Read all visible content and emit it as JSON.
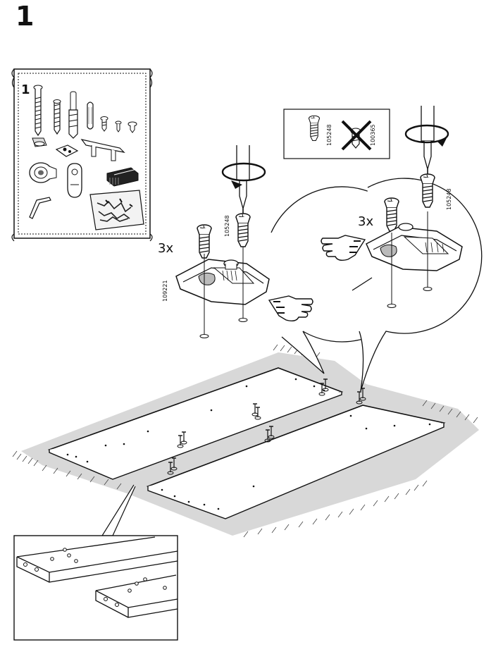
{
  "step": {
    "number": "1"
  },
  "hardware_bag": {
    "number": "1"
  },
  "screw_check": {
    "correct_code": "105248",
    "wrong_code": "100365"
  },
  "left_detail": {
    "quantity": "3x",
    "screw_code": "105248",
    "connector_code": "109221"
  },
  "right_detail": {
    "quantity": "3x",
    "screw_code": "105248"
  }
}
